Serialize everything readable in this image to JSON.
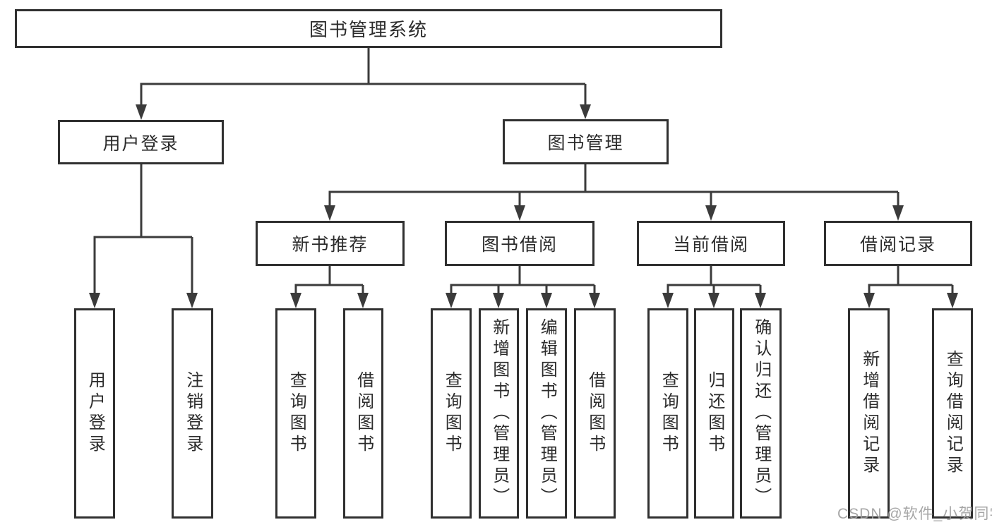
{
  "diagram": {
    "type": "hierarchy-tree",
    "line_color": "#3b3b3b",
    "box_border_color": "#303030",
    "text_color": "#2b2b2b",
    "background_color": "#ffffff"
  },
  "tree": {
    "label": "图书管理系统",
    "children": [
      {
        "label": "用户登录",
        "children": [
          {
            "label": "用户登录"
          },
          {
            "label": "注销登录"
          }
        ]
      },
      {
        "label": "图书管理",
        "children": [
          {
            "label": "新书推荐",
            "children": [
              {
                "label": "查询图书"
              },
              {
                "label": "借阅图书"
              }
            ]
          },
          {
            "label": "图书借阅",
            "children": [
              {
                "label": "查询图书"
              },
              {
                "label": "新增图书（管理员）"
              },
              {
                "label": "编辑图书（管理员）"
              },
              {
                "label": "借阅图书"
              }
            ]
          },
          {
            "label": "当前借阅",
            "children": [
              {
                "label": "查询图书"
              },
              {
                "label": "归还图书"
              },
              {
                "label": "确认归还（管理员）"
              }
            ]
          },
          {
            "label": "借阅记录",
            "children": [
              {
                "label": "新增借阅记录"
              },
              {
                "label": "查询借阅记录"
              }
            ]
          }
        ]
      }
    ]
  },
  "watermark": {
    "text": "CSDN @软件_小贺同学",
    "color": "#9d9d9d"
  }
}
